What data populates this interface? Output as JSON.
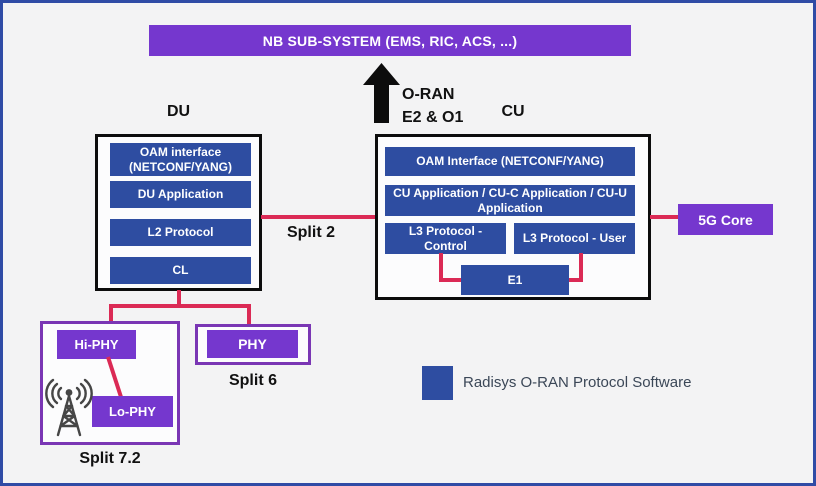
{
  "colors": {
    "purple": "#7537CE",
    "purple-border": "#7A36B4",
    "blue": "#2E4DA1",
    "red": "#DB2A55",
    "ink": "#111111",
    "legend-text": "#3B4757",
    "bg": "#F3F3F4",
    "frame": "#2F4BA5"
  },
  "banner": {
    "label": "NB SUB-SYSTEM (EMS, RIC, ACS, ...)"
  },
  "oran_arrow": {
    "line1": "O-RAN",
    "line2": "E2 & O1"
  },
  "du": {
    "title": "DU",
    "boxes": [
      "OAM interface (NETCONF/YANG)",
      "DU Application",
      "L2 Protocol",
      "CL"
    ]
  },
  "cu": {
    "title": "CU",
    "oam": "OAM Interface (NETCONF/YANG)",
    "app": "CU Application / CU-C Application / CU-U Application",
    "l3_control": "L3 Protocol - Control",
    "l3_user": "L3 Protocol - User",
    "e1": "E1"
  },
  "core": {
    "label": "5G Core"
  },
  "splits": {
    "split2": "Split 2",
    "split6": {
      "label": "Split 6",
      "phy": "PHY"
    },
    "split72": {
      "label": "Split 7.2",
      "hi_phy": "Hi-PHY",
      "lo_phy": "Lo-PHY"
    }
  },
  "legend": {
    "label": "Radisys O-RAN Protocol Software"
  }
}
